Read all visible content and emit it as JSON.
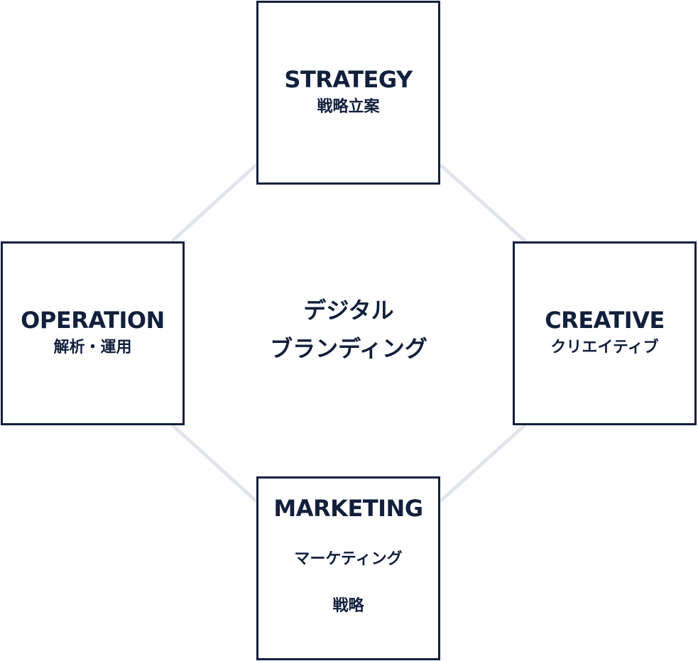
{
  "nodes": {
    "strategy": {
      "title": "STRATEGY",
      "subtitle": "戦略立案"
    },
    "operation": {
      "title": "OPERATION",
      "subtitle": "解析・運用"
    },
    "creative": {
      "title": "CREATIVE",
      "subtitle": "クリエイティブ"
    },
    "marketing": {
      "title": "MARKETING",
      "subtitle_line1": "マーケティング",
      "subtitle_line2": "戦略"
    }
  },
  "center": {
    "line1": "デジタル",
    "line2": "ブランディング"
  },
  "colors": {
    "primary": "#12203d",
    "connector": "#e2e4ec",
    "background": "#ffffff"
  }
}
